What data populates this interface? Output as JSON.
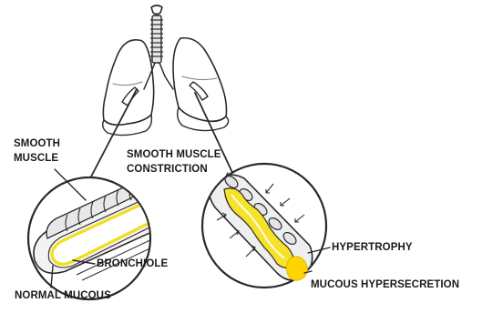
{
  "labels": {
    "smooth_muscle_line1": "SMOOTH",
    "smooth_muscle_line2": "MUSCLE",
    "constriction_line1": "SMOOTH MUSCLE",
    "constriction_line2": "CONSTRICTION",
    "bronchiole": "BRONCHIOLE",
    "normal_mucous": "NORMAL MUCOUS",
    "hypertrophy": "HYPERTROPHY",
    "mucous_hypersecretion": "MUCOUS HYPERSECRETION"
  },
  "colors": {
    "ink": "#2a2a2a",
    "lung_fill": "#e2e2e2",
    "lung_shade": "#cfcfcf",
    "mucus_yellow": "#f2de1f",
    "mucus_bright": "#ffd400",
    "tube_fill": "#f4f4f4"
  }
}
